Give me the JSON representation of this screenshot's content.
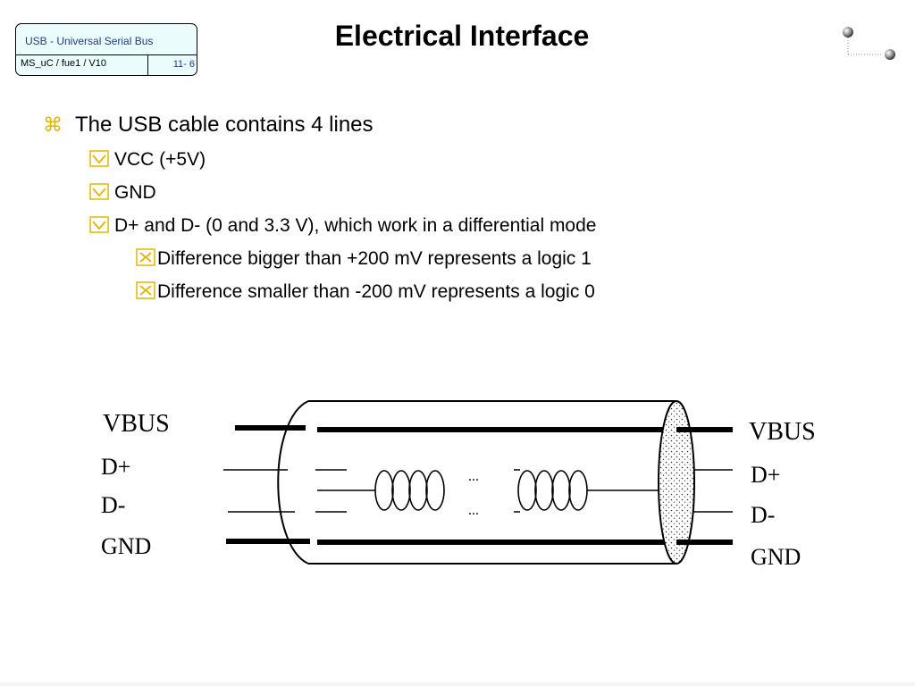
{
  "header": {
    "course": "USB - Universal Serial Bus",
    "ref": "MS_uC / fue1 / V10",
    "page": "11- 6"
  },
  "title": "Electrical Interface",
  "bullets": {
    "main": "The USB cable contains 4 lines",
    "lines": [
      {
        "text": "VCC (+5V)"
      },
      {
        "text": "GND"
      },
      {
        "text": "D+ and D- (0 and 3.3 V), which work in a differential mode"
      }
    ],
    "sub": [
      {
        "text": "Difference bigger than +200 mV represents a logic 1"
      },
      {
        "text": "Difference smaller than -200 mV represents a logic 0"
      }
    ]
  },
  "diagram": {
    "left_labels": [
      "VBUS",
      "D+",
      "D-",
      "GND"
    ],
    "right_labels": [
      "VBUS",
      "D+",
      "D-",
      "GND"
    ],
    "ellipsis": "..."
  },
  "colors": {
    "header_bg": "#eafcfb",
    "header_text": "#233a8a",
    "bullet_accent": "#e6b500"
  }
}
